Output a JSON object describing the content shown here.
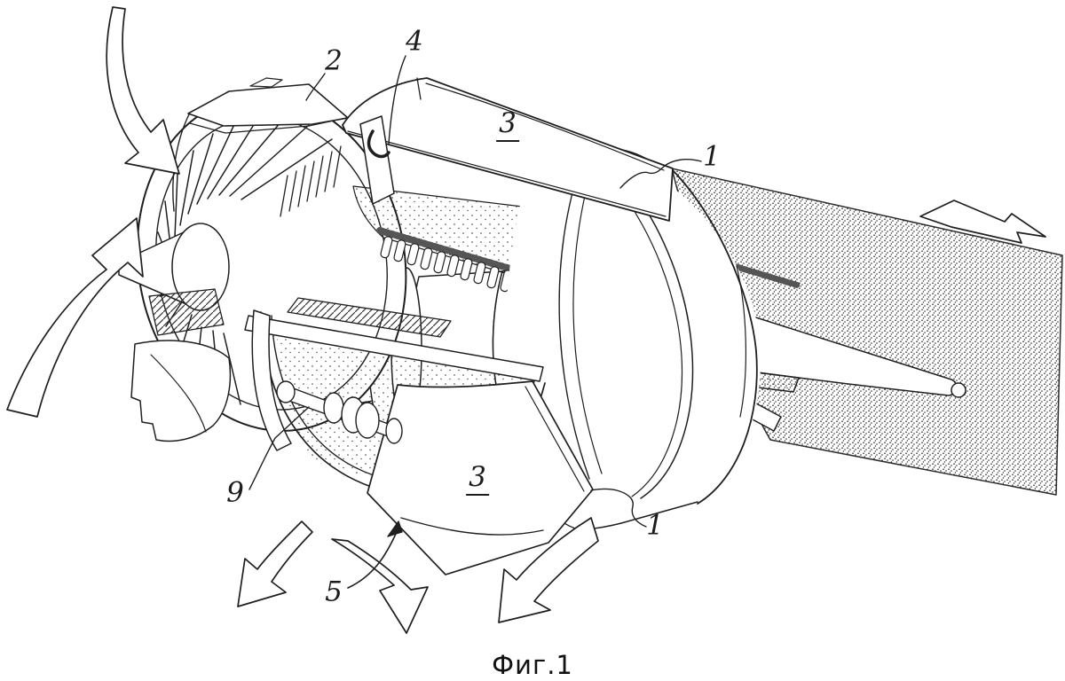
{
  "figure": {
    "caption": "Фиг.1",
    "labels": [
      {
        "id": "2",
        "text": "2"
      },
      {
        "id": "4",
        "text": "4"
      },
      {
        "id": "3-top",
        "text": "3"
      },
      {
        "id": "1-top",
        "text": "1"
      },
      {
        "id": "9",
        "text": "9"
      },
      {
        "id": "3-bottom",
        "text": "3"
      },
      {
        "id": "1-bottom",
        "text": "1"
      },
      {
        "id": "5",
        "text": "5"
      }
    ],
    "colors": {
      "line": "#1f1f1f",
      "background": "#ffffff",
      "stipple": "#2b2b2b"
    }
  }
}
